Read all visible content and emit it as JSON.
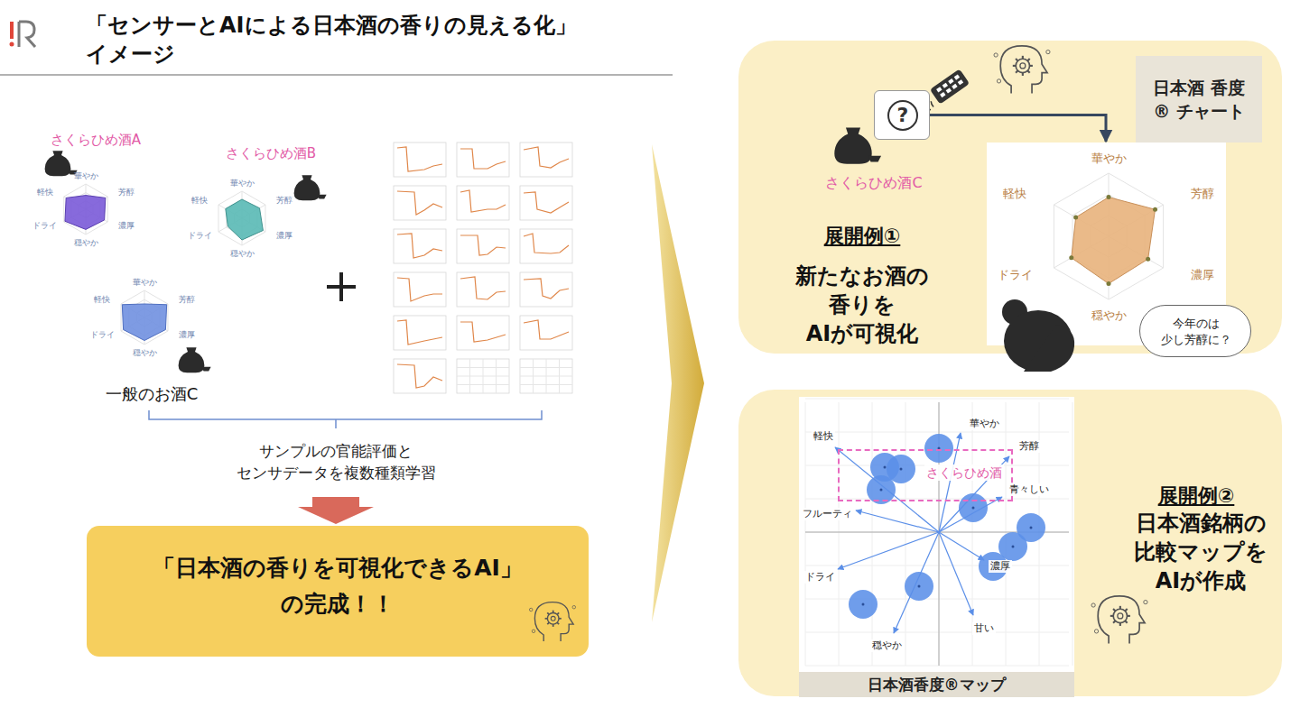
{
  "diagram": {
    "title": "「センサーとAIによる日本酒の香りの見える化」 イメージ",
    "nodes": [
      {
        "text": [
          "「日本酒の香りを可視化できるAI」 の完成！！"
        ]
      },
      {
        "text": [
          "展開例①",
          "新たなお酒の 香りを AIが可視化"
        ]
      },
      {
        "text": [
          "日本酒 香度® チャート"
        ],
        "in": 1
      },
      {
        "text": [
          "?"
        ],
        "in": 1
      },
      {
        "text": [
          "華やか",
          "芳醇",
          "濃厚",
          "穏やか",
          "ドライ",
          "軽快"
        ],
        "in": 1
      },
      {
        "text": [
          "今年のは 少し芳醇に？"
        ],
        "in": 1
      },
      {
        "text": [
          "展開例②",
          "日本酒銘柄の 比較マップを AIが作成"
        ]
      },
      {
        "text": [
          "軽快",
          "華やか",
          "芳醇",
          "青々しい",
          "フルーティ",
          "ドライ",
          "濃厚",
          "甘い",
          "穏やか"
        ],
        "in": 6
      },
      {
        "text": [
          "さくらひめ酒"
        ],
        "in": 7
      },
      {
        "text": [
          "日本酒香度®マップ"
        ],
        "in": 6
      }
    ],
    "edges": [
      {
        "from": 3,
        "to": 4,
        "arrow": "to"
      }
    ],
    "labels": [
      "さくらひめ酒A",
      "華やか",
      "芳醇",
      "濃厚",
      "穏やか",
      "ドライ",
      "軽快",
      "さくらひめ酒B",
      "華やか",
      "芳醇",
      "濃厚",
      "穏やか",
      "ドライ",
      "軽快",
      "一般のお酒C",
      "華やか",
      "芳醇",
      "濃厚",
      "穏やか",
      "ドライ",
      "軽快",
      "サンプルの官能評価と センサデータを複数種類学習",
      "さくらひめ酒C"
    ]
  }
}
